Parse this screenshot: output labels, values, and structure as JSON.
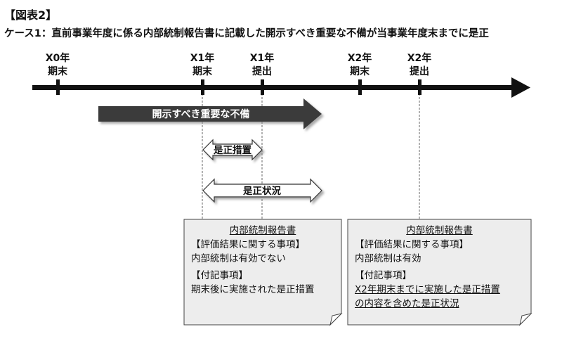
{
  "figure_label": "【図表2】",
  "case_title": "ケース1：直前事業年度に係る内部統制報告書に記載した開示すべき重要な不備が当事業年度末までに是正",
  "timeline": {
    "ticks": [
      {
        "line1": "X0年",
        "line2": "期末"
      },
      {
        "line1": "X1年",
        "line2": "期末"
      },
      {
        "line1": "X1年",
        "line2": "提出"
      },
      {
        "line1": "X2年",
        "line2": "期末"
      },
      {
        "line1": "X2年",
        "line2": "提出"
      }
    ]
  },
  "arrows": {
    "weakness": "開示すべき重要な不備",
    "remediation_measures": "是正措置",
    "remediation_status": "是正状況"
  },
  "report_x1": {
    "title": "内部統制報告書",
    "eval_heading": "【評価結果に関する事項】",
    "eval_text": "内部統制は有効でない",
    "notes_heading": "【付記事項】",
    "notes_text": "期末後に実施された是正措置"
  },
  "report_x2": {
    "title": "内部統制報告書",
    "eval_heading": "【評価結果に関する事項】",
    "eval_text": "内部統制は有効",
    "notes_heading": "【付記事項】",
    "notes_line1": "X2年期末までに実施した是正措置",
    "notes_line2": "の内容を含めた是正状況"
  }
}
